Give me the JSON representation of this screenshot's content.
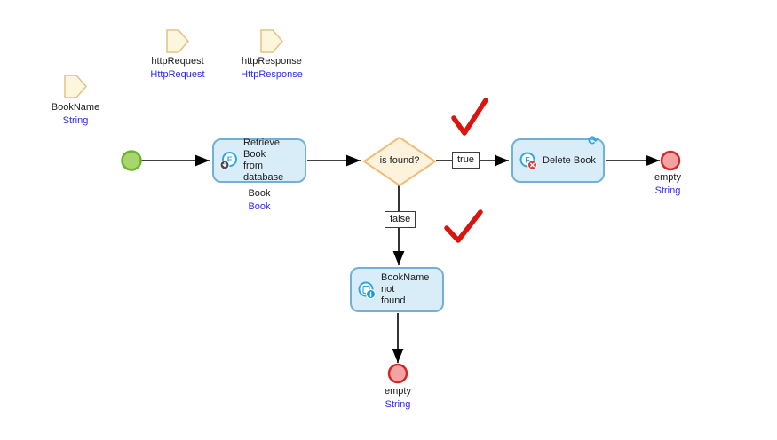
{
  "data_objects": [
    {
      "name": "BookName",
      "type": "String"
    },
    {
      "name": "httpRequest",
      "type": "HttpRequest"
    },
    {
      "name": "httpResponse",
      "type": "HttpResponse"
    }
  ],
  "tasks": {
    "retrieve": {
      "line1": "Retrieve Book",
      "line2": "from database",
      "output_name": "Book",
      "output_type": "Book"
    },
    "delete": {
      "label": "Delete Book",
      "loop_marker": "⟳"
    },
    "not_found": {
      "line1": "BookName not",
      "line2": "found"
    }
  },
  "gateway": {
    "label": "is found?"
  },
  "edges": {
    "true_label": "true",
    "false_label": "false"
  },
  "end_events": [
    {
      "name": "empty",
      "type": "String"
    },
    {
      "name": "empty",
      "type": "String"
    }
  ],
  "annotations": {
    "checkmark_count": 2
  },
  "colors": {
    "task_fill": "#d9edf9",
    "task_border": "#74b0d6",
    "gateway_fill": "#fdf3dd",
    "gateway_border": "#f1bc79",
    "data_object_fill": "#fcf7dc",
    "data_object_border": "#e2c285",
    "start_fill": "#a9d56d",
    "start_border": "#67b42c",
    "end_fill": "#f2a3a3",
    "end_border": "#cf2929",
    "type_text": "#2b2bf0",
    "checkmark": "#da150e",
    "icon_blue": "#2fa8df"
  }
}
